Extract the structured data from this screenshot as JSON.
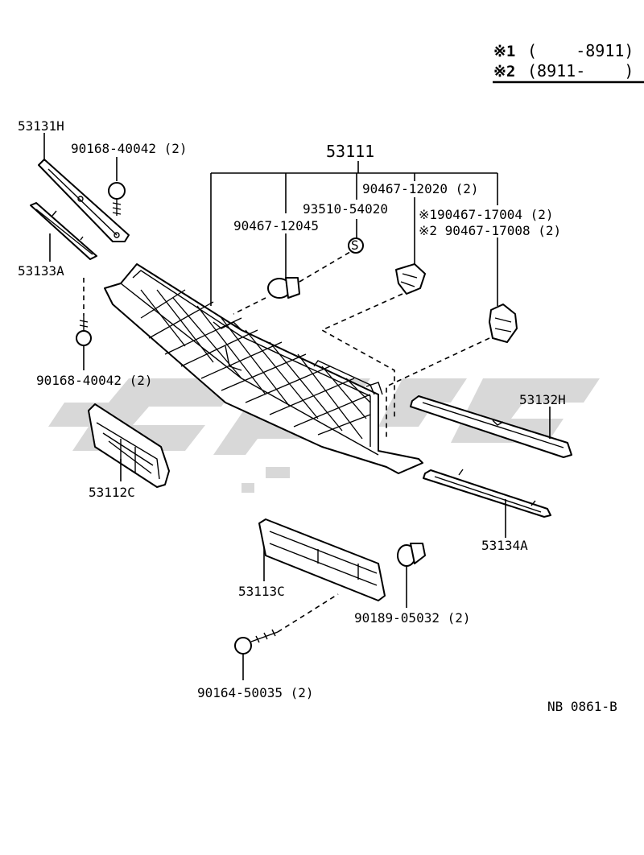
{
  "legend": {
    "row1": {
      "mark": "※1",
      "range": "(    -8911)"
    },
    "row2": {
      "mark": "※2",
      "range": "(8911-    )"
    }
  },
  "labels": {
    "p53111": "53111",
    "p53131H": "53131H",
    "p90168_top": "90168-40042 (2)",
    "p53133A": "53133A",
    "p90168_bottom": "90168-40042 (2)",
    "p90467_12045": "90467-12045",
    "p93510": "93510-54020",
    "p90467_12020": "90467-12020 (2)",
    "p90467_17004": "※190467-17004 (2)",
    "p90467_17008": "※2 90467-17008 (2)",
    "p53132H": "53132H",
    "p53112C": "53112C",
    "p53134A": "53134A",
    "p53113C": "53113C",
    "p90189": "90189-05032 (2)",
    "p90164": "90164-50035 (2)",
    "diagram_code": "NB 0861-B"
  },
  "watermark_color": "#d8d8d8"
}
